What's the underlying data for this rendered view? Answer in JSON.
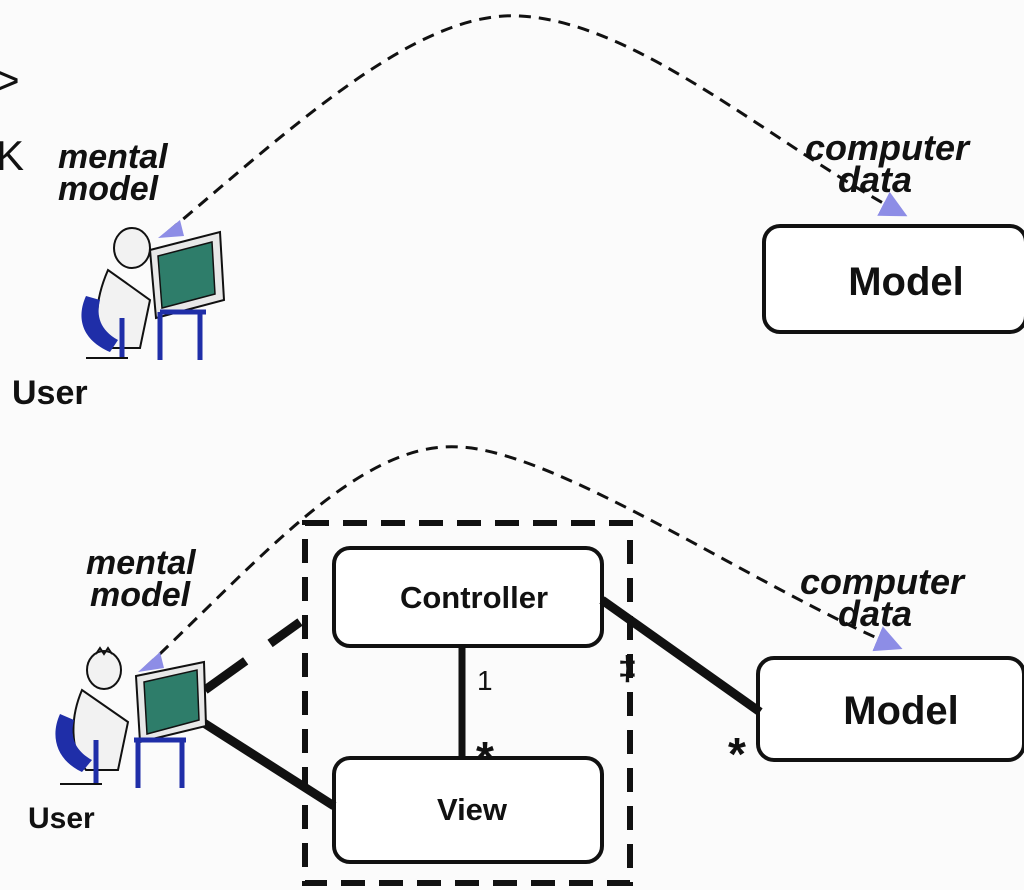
{
  "top": {
    "edge_glyph_1": ">",
    "edge_glyph_2": "K",
    "mental_line1": "mental",
    "mental_line2": "model",
    "computer_line1": "computer",
    "computer_line2": "data",
    "model_label": "Model",
    "user_label": "User"
  },
  "bottom": {
    "mental_line1": "mental",
    "mental_line2": "model",
    "computer_line1": "computer",
    "computer_line2": "data",
    "controller_label": "Controller",
    "view_label": "View",
    "model_label": "Model",
    "user_label": "User",
    "mult_one": "1",
    "mult_star_view": "*",
    "mult_star_model": "*",
    "mult_dagger": "‡"
  },
  "colors": {
    "arrow_accent": "#8d8de6",
    "screen": "#2e7d6a",
    "user_blue": "#1f2ea8"
  }
}
